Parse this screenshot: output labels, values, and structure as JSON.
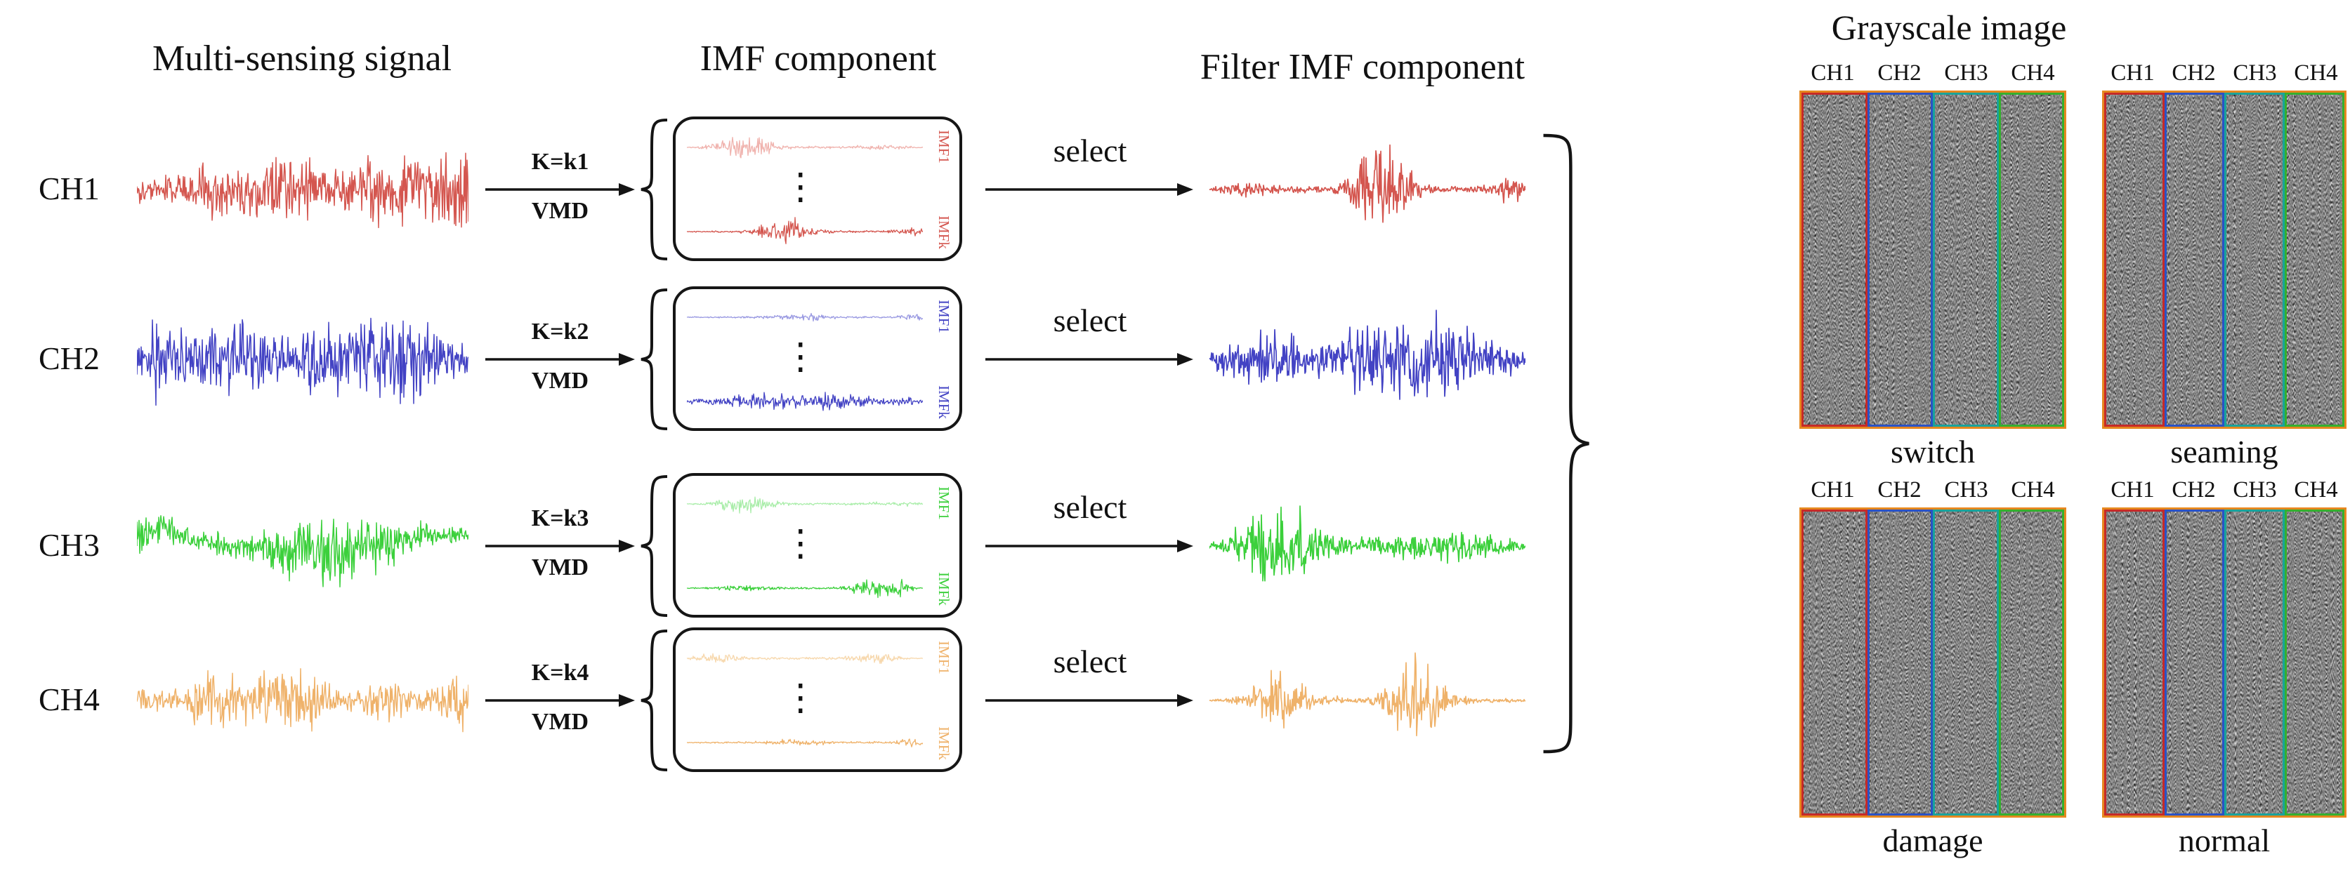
{
  "titles": {
    "multi_sensing": "Multi-sensing signal",
    "imf_component": "IMF component",
    "filter_imf": "Filter IMF component"
  },
  "dots": "⋮",
  "channels": [
    {
      "label": "CH1",
      "k_label": "K=k1",
      "vmd_label": "VMD",
      "select_label": "select",
      "imf_top": "IMF1",
      "imf_bottom": "IMFk",
      "color": "#d4564f",
      "light": "#f0b3ae"
    },
    {
      "label": "CH2",
      "k_label": "K=k2",
      "vmd_label": "VMD",
      "select_label": "select",
      "imf_top": "IMF1",
      "imf_bottom": "IMFk",
      "color": "#4343c4",
      "light": "#9a9ae2"
    },
    {
      "label": "CH3",
      "k_label": "K=k3",
      "vmd_label": "VMD",
      "select_label": "select",
      "imf_top": "IMF1",
      "imf_bottom": "IMFk",
      "color": "#3cd03c",
      "light": "#a9eda9"
    },
    {
      "label": "CH4",
      "k_label": "K=k4",
      "vmd_label": "VMD",
      "select_label": "select",
      "imf_top": "IMF1",
      "imf_bottom": "IMFk",
      "color": "#efb26a",
      "light": "#f7d8ad"
    }
  ],
  "grayscale": {
    "title": "Grayscale image",
    "channel_labels": [
      "CH1",
      "CH2",
      "CH3",
      "CH4"
    ],
    "panels": [
      {
        "caption": "switch"
      },
      {
        "caption": "seaming"
      },
      {
        "caption": "damage"
      },
      {
        "caption": "normal"
      }
    ],
    "border_colors": {
      "outer": "#e6881f",
      "columns": [
        "#c62a28",
        "#2a52c6",
        "#19a39b",
        "#34b02e"
      ]
    }
  }
}
